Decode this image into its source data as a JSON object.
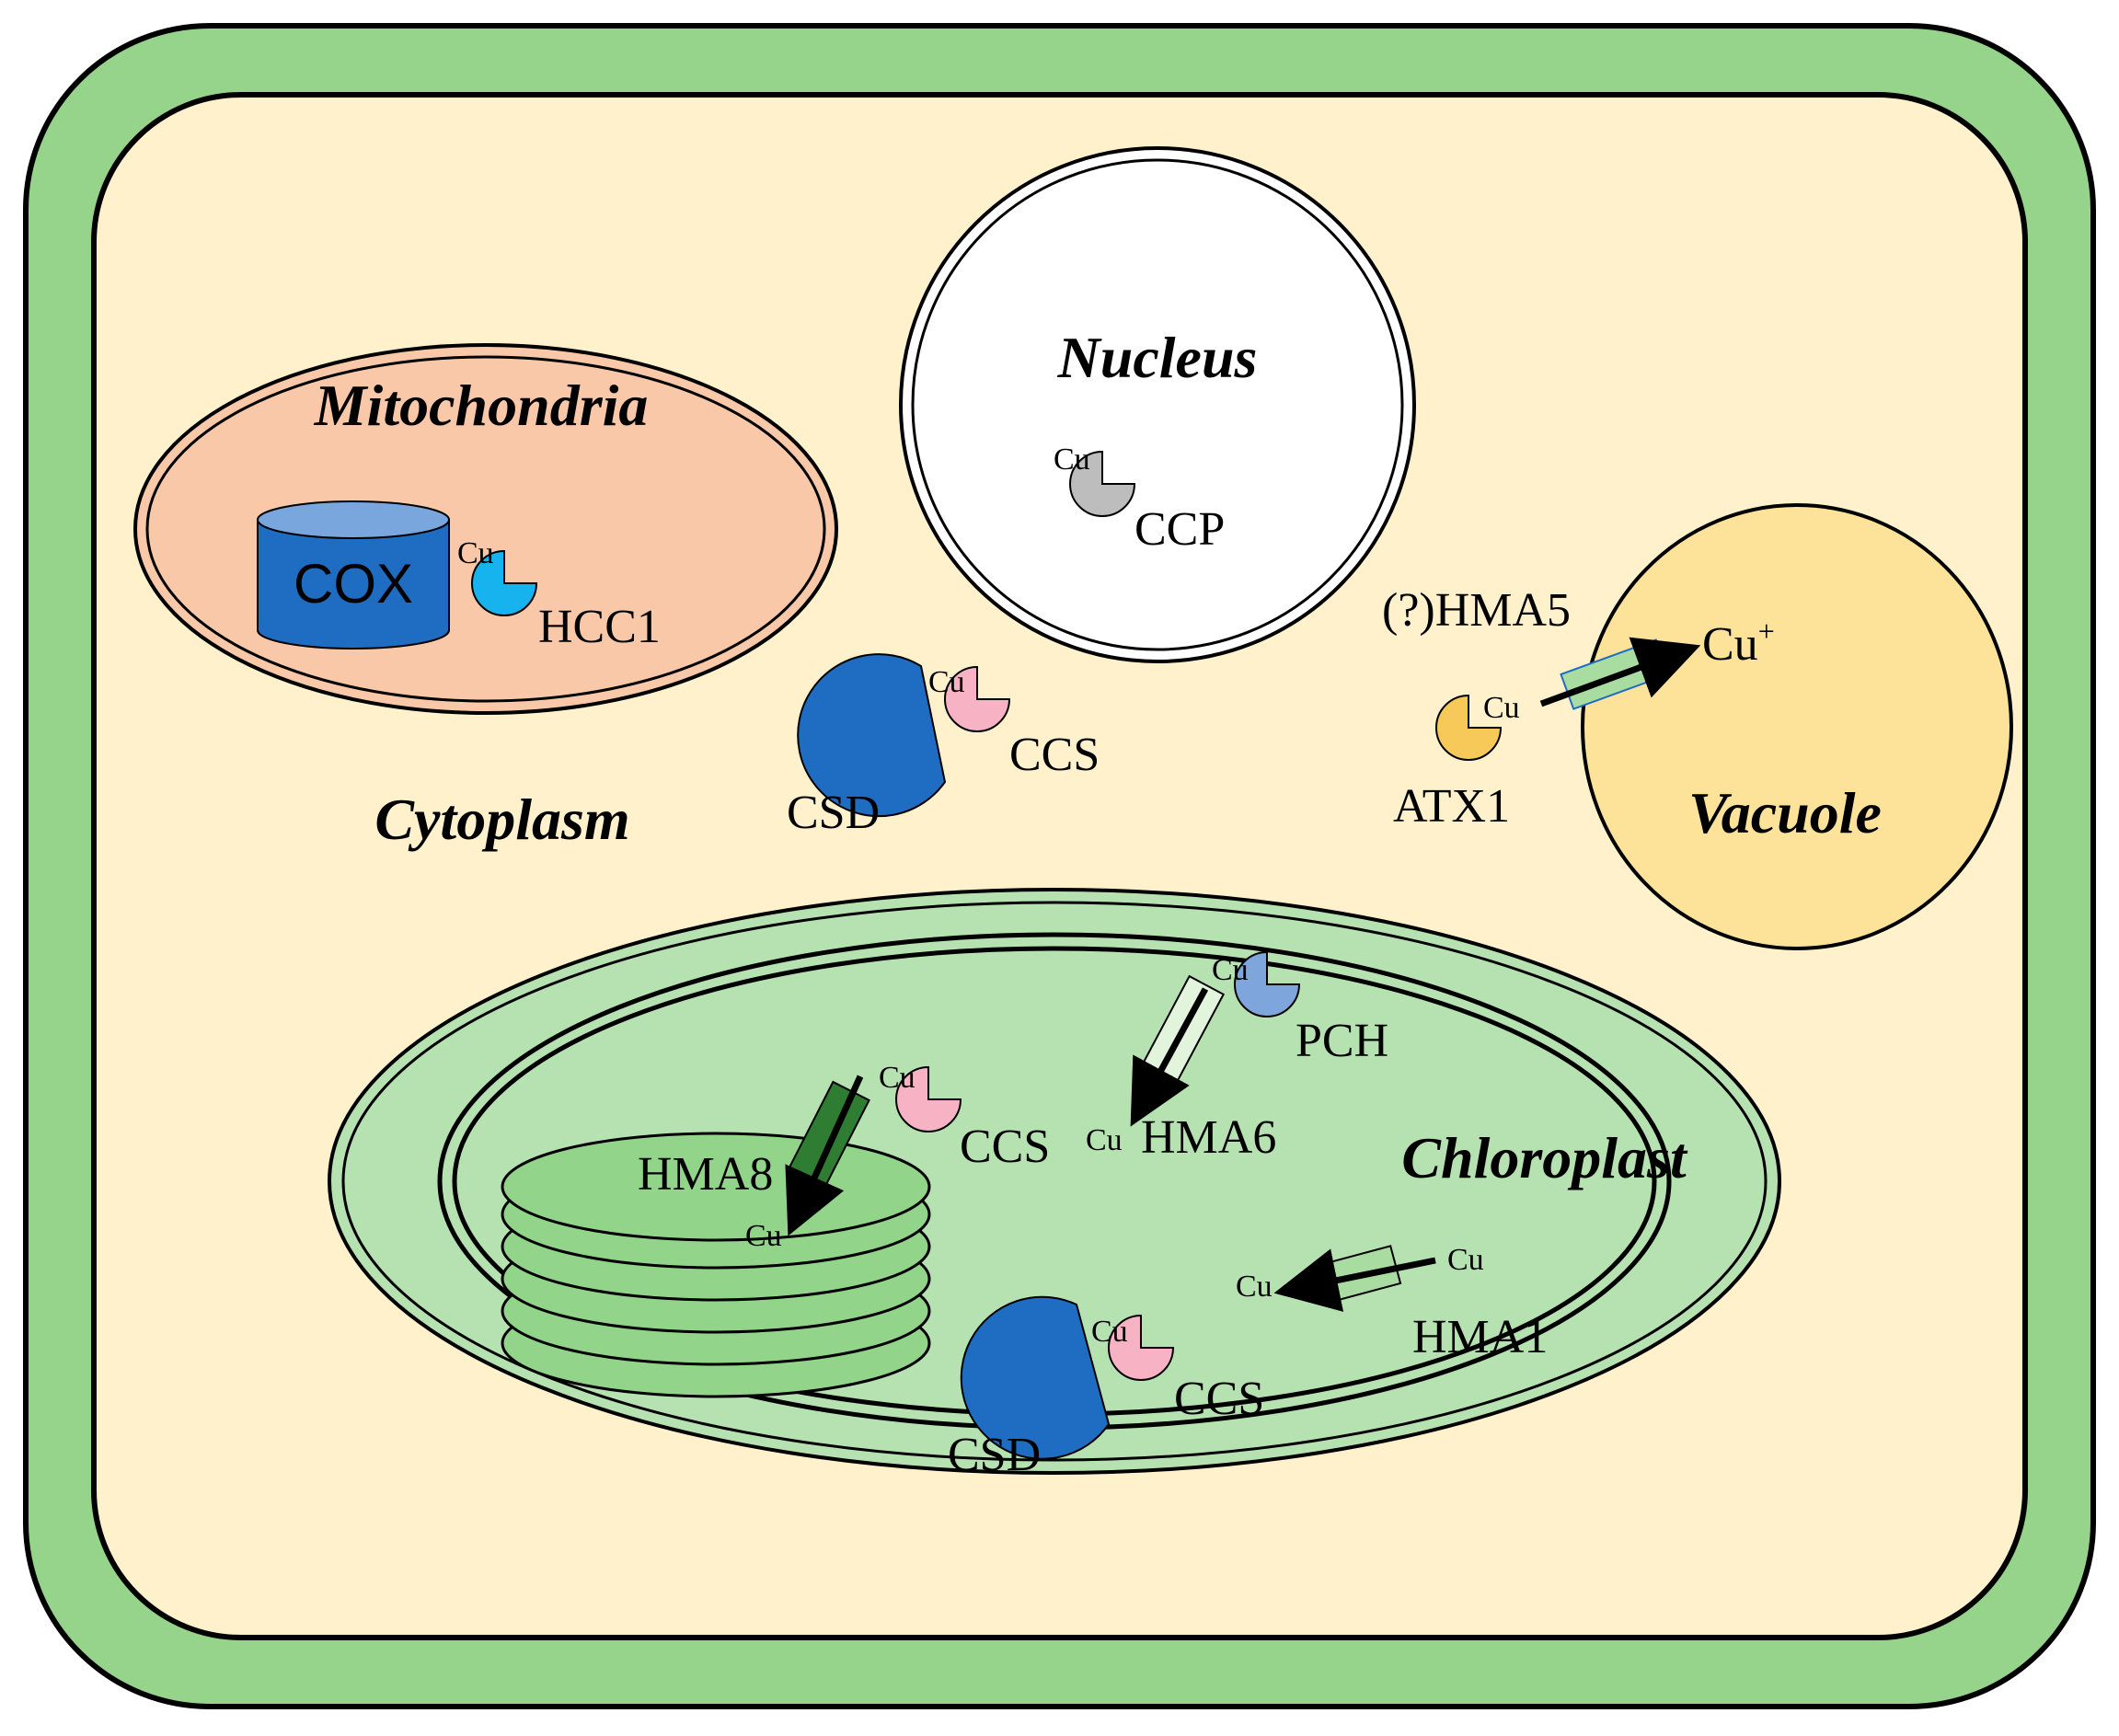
{
  "colors": {
    "cell_wall": "#97d48b",
    "cytoplasm": "#fff1cc",
    "mitochondria": "#f9c8a8",
    "nucleus": "#ffffff",
    "vacuole": "#fde39a",
    "chloroplast": "#b6e2b1",
    "thylakoid": "#92d48a",
    "cox": "#1f6cc3",
    "cox_top": "#7aa6de",
    "csd": "#1f6cc3",
    "hcc1": "#16b3ef",
    "ccs": "#f7b2c3",
    "ccp": "#bdbdbd",
    "atx1": "#f7c958",
    "pch": "#7ea6dd",
    "hma8_transporter": "#2e7d32",
    "hma6_transporter": "#e3f4dd",
    "hma1_transporter": "#a9dca0",
    "hma5_transporter": "#a9dca0"
  },
  "compartments": {
    "mitochondria": "Mitochondria",
    "nucleus": "Nucleus",
    "cytoplasm": "Cytoplasm",
    "vacuole": "Vacuole",
    "chloroplast": "Chloroplast"
  },
  "proteins": {
    "cox": "COX",
    "hcc1": "HCC1",
    "ccp": "CCP",
    "csd_cyto": "CSD",
    "ccs_cyto": "CCS",
    "hma5": "(?)HMA5",
    "atx1": "ATX1",
    "pch": "PCH",
    "hma6": "HMA6",
    "hma8": "HMA8",
    "ccs_chloro_top": "CCS",
    "ccs_chloro_bottom": "CCS",
    "csd_chloro": "CSD",
    "hma1": "HMA1"
  },
  "copper": {
    "symbol": "Cu",
    "vacuole_ion": "Cu",
    "vacuole_charge": "+"
  }
}
